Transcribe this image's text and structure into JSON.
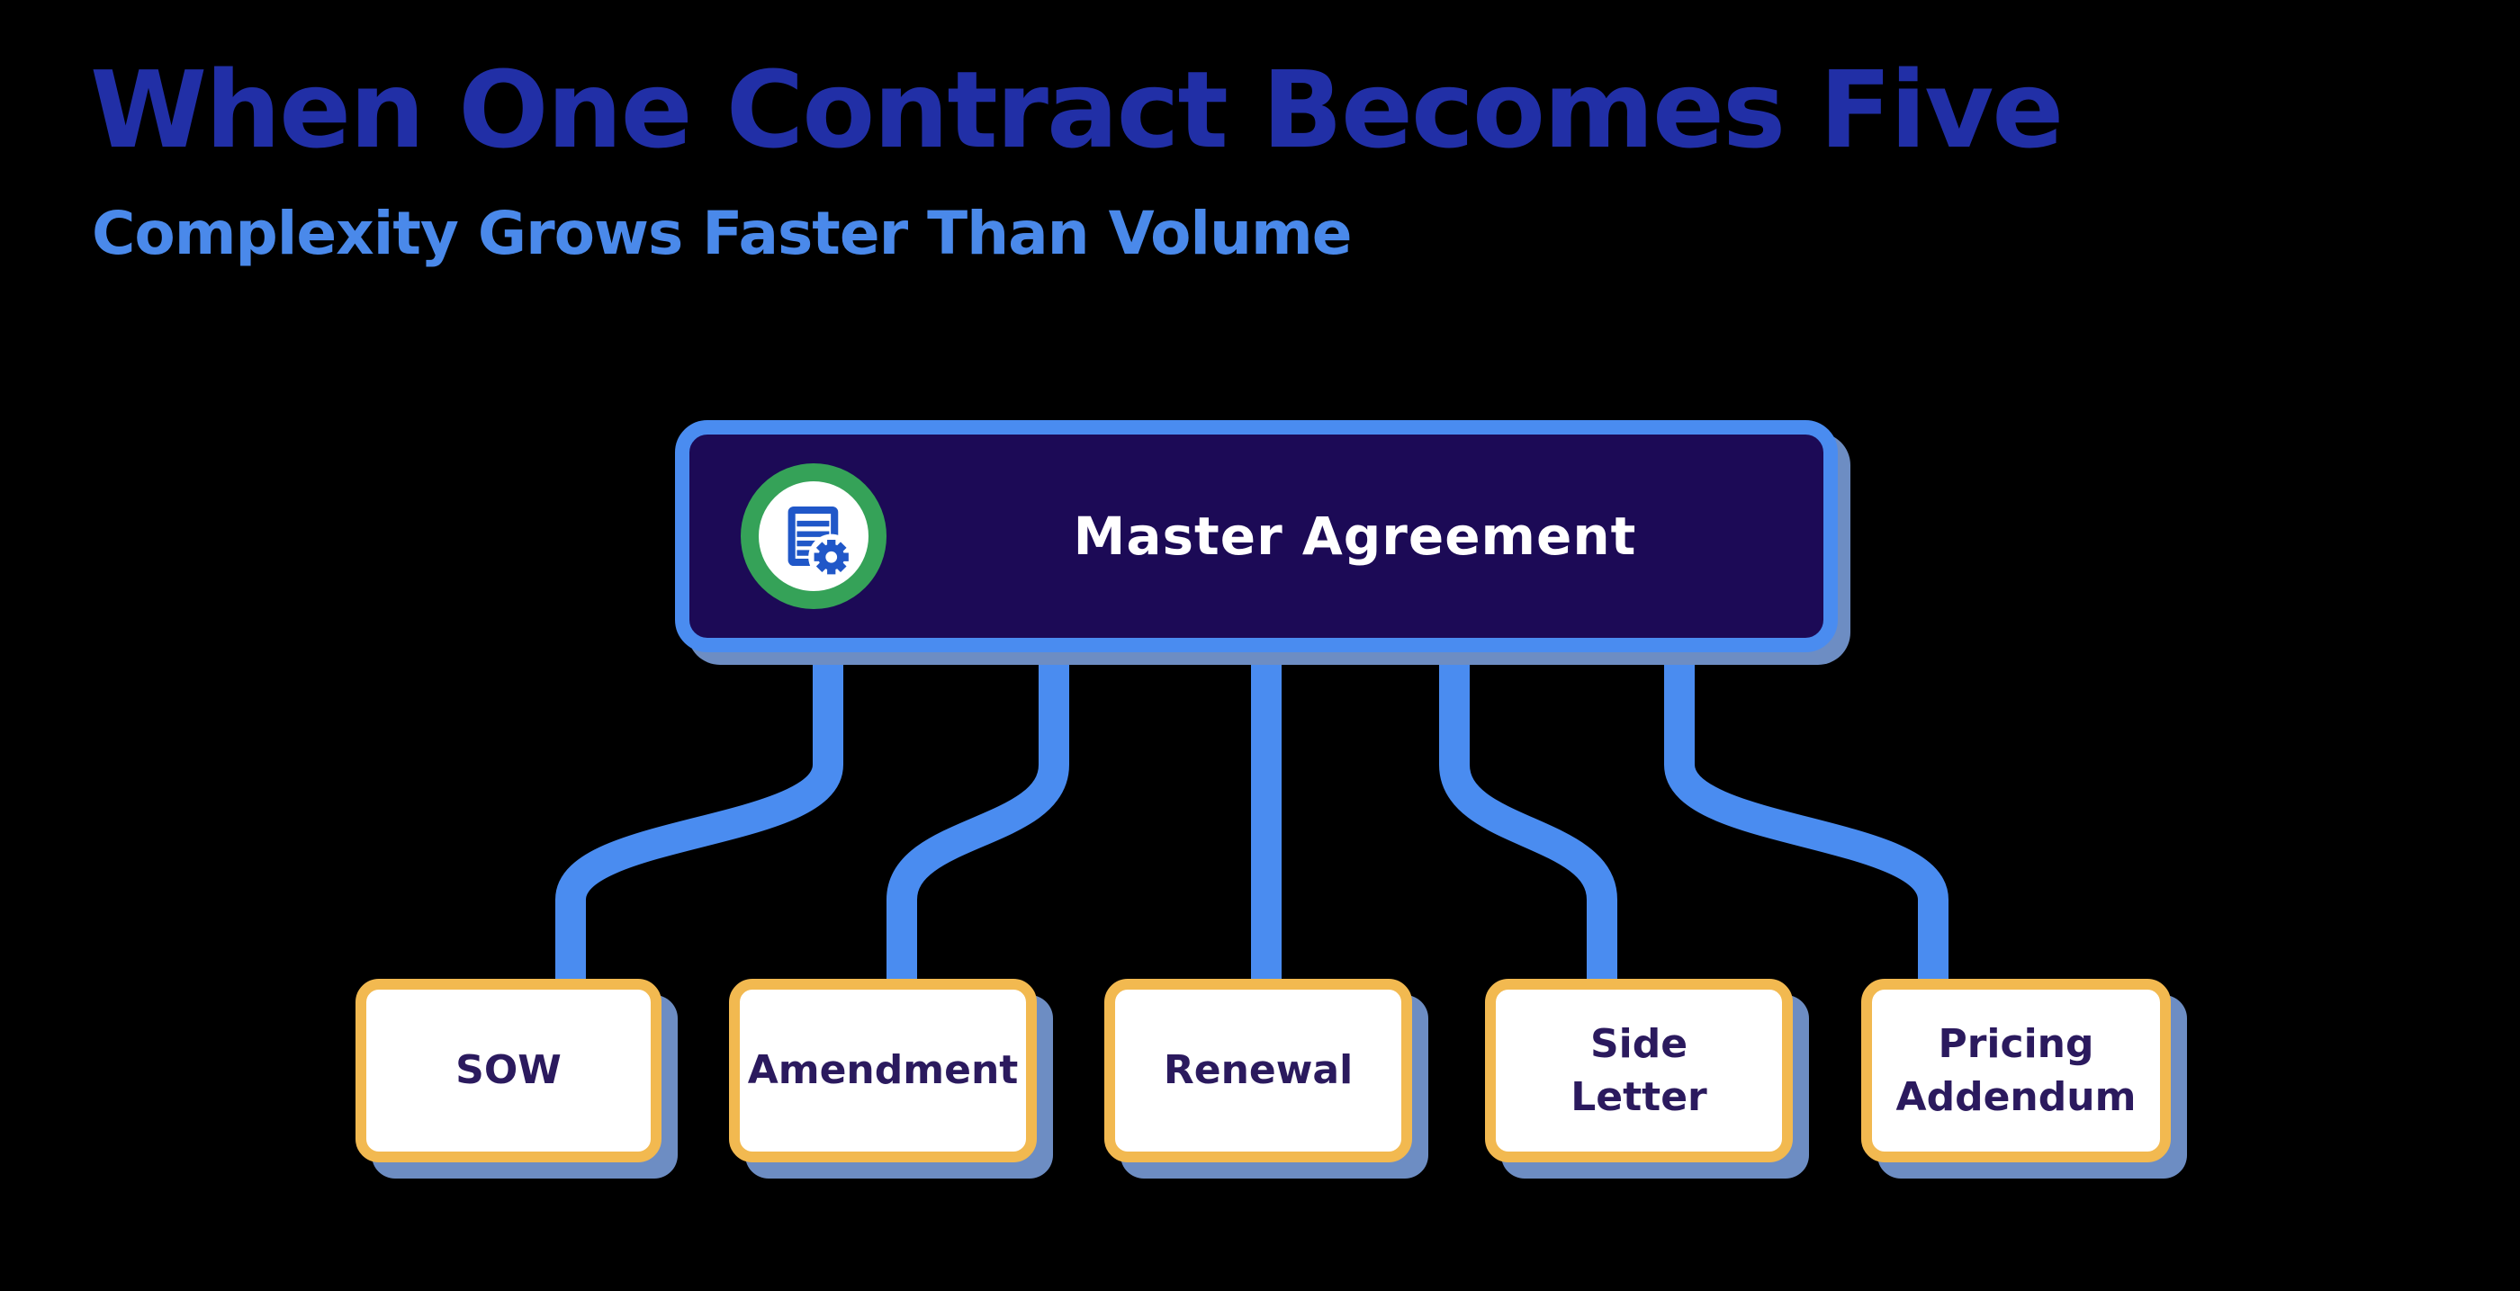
{
  "header": {
    "title": "When One Contract Becomes Five",
    "subtitle": "Complexity Grows Faster Than Volume"
  },
  "diagram": {
    "root": {
      "label": "Master Agreement",
      "icon": "document-gear-icon"
    },
    "children": [
      {
        "label": "SOW"
      },
      {
        "label": "Amendment"
      },
      {
        "label": "Renewal"
      },
      {
        "label": "Side\nLetter"
      },
      {
        "label": "Pricing\nAddendum"
      }
    ]
  },
  "colors": {
    "background": "#000000",
    "title": "#212fa6",
    "subtitle": "#4a89ea",
    "connector": "#4a8cf0",
    "root_fill": "#1c0a56",
    "root_border": "#4a8cf0",
    "root_text": "#ffffff",
    "shadow": "#6d8dc3",
    "child_border": "#f2b950",
    "child_fill": "#ffffff",
    "child_text": "#2b1a5e",
    "icon_ring": "#35a258",
    "icon_glyph": "#2057c8",
    "icon_bg": "#ffffff"
  }
}
